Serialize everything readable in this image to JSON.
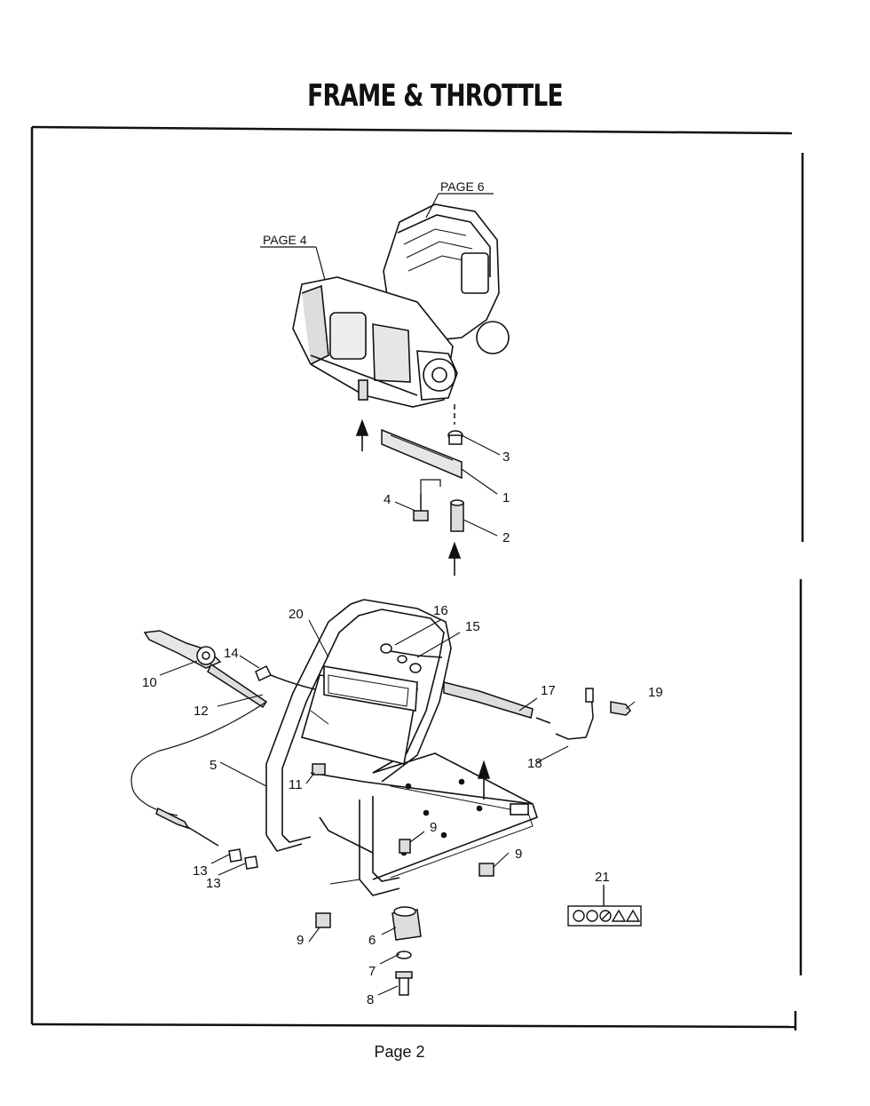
{
  "page": {
    "title": "FRAME & THROTTLE",
    "footer": "Page 2"
  },
  "references": {
    "page6": "PAGE 6",
    "page4": "PAGE 4"
  },
  "callouts": {
    "c1": "1",
    "c2": "2",
    "c3": "3",
    "c4": "4",
    "c5": "5",
    "c6": "6",
    "c7": "7",
    "c8": "8",
    "c9a": "9",
    "c9b": "9",
    "c9c": "9",
    "c10": "10",
    "c11": "11",
    "c12": "12",
    "c13a": "13",
    "c13b": "13",
    "c14": "14",
    "c15": "15",
    "c16": "16",
    "c17": "17",
    "c18": "18",
    "c19": "19",
    "c20": "20",
    "c21": "21"
  },
  "colors": {
    "ink": "#111111",
    "shade": "#555555",
    "paper": "#ffffff"
  }
}
